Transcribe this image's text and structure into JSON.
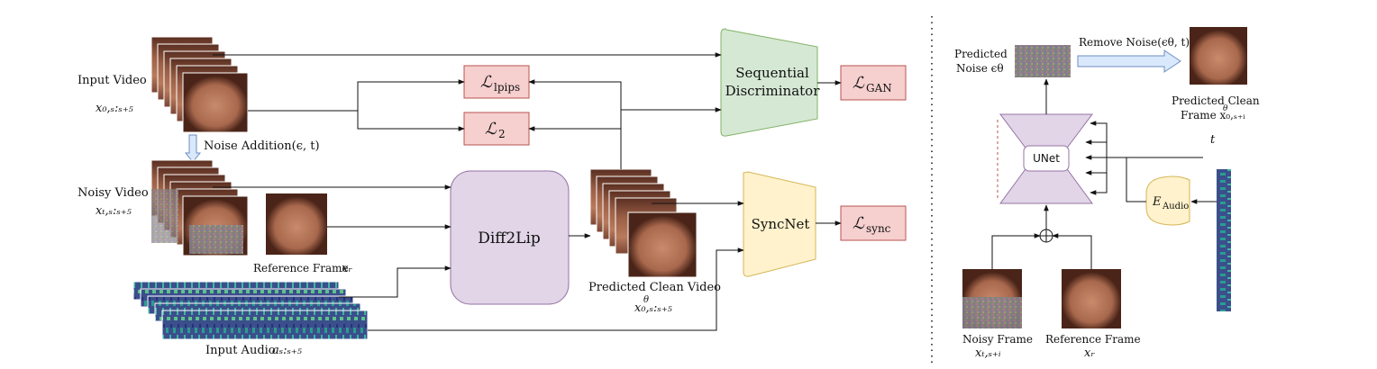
{
  "left": {
    "input_video_label": "Input Video",
    "input_video_math": "x₀,ₛ:ₛ₊₅",
    "noise_addition_label": "Noise Addition(ϵ, t)",
    "noisy_video_label": "Noisy Video",
    "noisy_video_math": "xₜ,ₛ:ₛ₊₅",
    "reference_frame_label": "Reference Frame",
    "reference_frame_math": "xᵣ",
    "input_audio_label": "Input Audio",
    "input_audio_math": "aₛ:ₛ₊₅",
    "diff2lip_label": "Diff2Lip",
    "predicted_clean_video_label": "Predicted Clean Video",
    "predicted_clean_video_math": "x₀,ₛ:ₛ₊₅",
    "predicted_clean_video_sup": "θ",
    "seq_disc_line1": "Sequential",
    "seq_disc_line2": "Discriminator",
    "syncnet_label": "SyncNet",
    "loss_lpips": "ℒ",
    "loss_lpips_sub": "lpips",
    "loss_l2": "ℒ",
    "loss_l2_sub": "2",
    "loss_gan": "ℒ",
    "loss_gan_sub": "GAN",
    "loss_sync": "ℒ",
    "loss_sync_sub": "sync"
  },
  "right": {
    "predicted_noise_line1": "Predicted",
    "predicted_noise_line2": "Noise ϵθ",
    "remove_noise_label": "Remove Noise(ϵθ, t)",
    "predicted_clean_frame_line1": "Predicted Clean",
    "predicted_clean_frame_line2": "Frame x₀,ₛ₊ᵢ",
    "predicted_clean_frame_sup": "θ",
    "unet_label": "UNet",
    "t_label": "t",
    "audio_encoder_label": "E",
    "audio_encoder_sub": "Audio",
    "noisy_frame_label": "Noisy Frame",
    "noisy_frame_math": "xₜ,ₛ₊ᵢ",
    "reference_frame_label": "Reference Frame",
    "reference_frame_math": "xᵣ"
  },
  "colors": {
    "loss_fill": "#f6cfcf",
    "loss_stroke": "#b85450",
    "diff2lip_fill": "#e1d5e7",
    "diff2lip_stroke": "#9673a6",
    "disc_fill": "#d5e8d4",
    "disc_stroke": "#82b366",
    "sync_fill": "#fff2cc",
    "sync_stroke": "#d6b656",
    "noise_arrow_fill": "#dae8fc",
    "noise_arrow_stroke": "#6c8ebf"
  }
}
